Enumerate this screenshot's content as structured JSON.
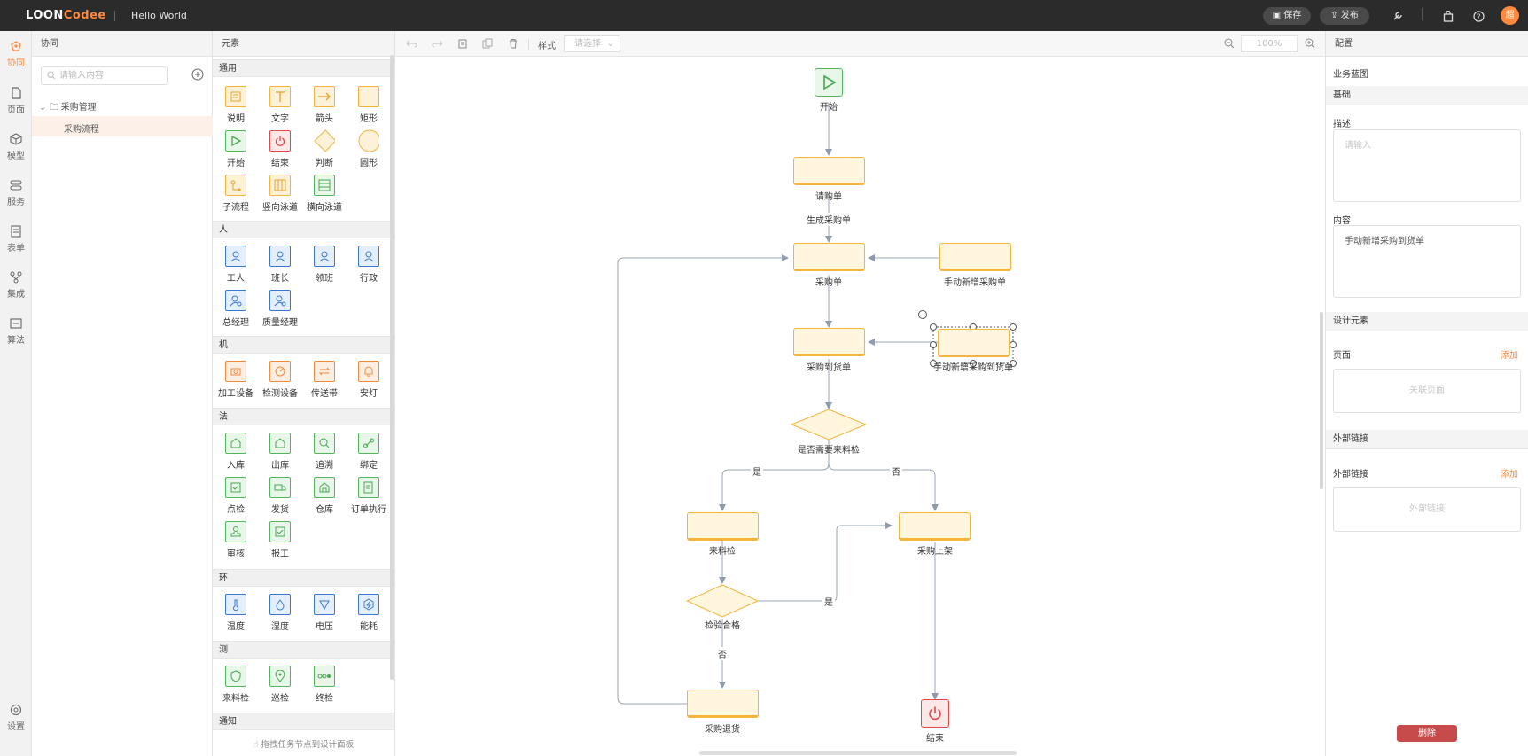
{
  "topbar": {
    "logo_prefix": "LOON",
    "logo_suffix": "Codee",
    "app_name": "Hello World",
    "save_label": "保存",
    "publish_label": "发布",
    "avatar_text": "超"
  },
  "leftnav": {
    "items": [
      {
        "label": "协同",
        "icon": "collab-icon"
      },
      {
        "label": "页面",
        "icon": "page-icon"
      },
      {
        "label": "模型",
        "icon": "model-icon"
      },
      {
        "label": "服务",
        "icon": "service-icon"
      },
      {
        "label": "表单",
        "icon": "form-icon"
      },
      {
        "label": "集成",
        "icon": "integration-icon"
      },
      {
        "label": "算法",
        "icon": "algorithm-icon"
      }
    ],
    "settings_label": "设置"
  },
  "tree": {
    "title": "协同",
    "search_placeholder": "请输入内容",
    "folder_label": "采购管理",
    "item_label": "采购流程"
  },
  "palette": {
    "title": "元素",
    "sections": [
      {
        "title": "通用",
        "items": [
          "说明",
          "文字",
          "箭头",
          "矩形",
          "开始",
          "结束",
          "判断",
          "圆形",
          "子流程",
          "竖向泳道",
          "横向泳道"
        ]
      },
      {
        "title": "人",
        "items": [
          "工人",
          "班长",
          "领班",
          "行政",
          "总经理",
          "质量经理"
        ]
      },
      {
        "title": "机",
        "items": [
          "加工设备",
          "检测设备",
          "传送带",
          "安灯"
        ]
      },
      {
        "title": "法",
        "items": [
          "入库",
          "出库",
          "追溯",
          "绑定",
          "点检",
          "发货",
          "仓库",
          "订单执行",
          "审核",
          "报工"
        ]
      },
      {
        "title": "环",
        "items": [
          "温度",
          "湿度",
          "电压",
          "能耗"
        ]
      },
      {
        "title": "测",
        "items": [
          "来料检",
          "巡检",
          "终检"
        ]
      },
      {
        "title": "通知",
        "items": []
      }
    ],
    "drag_tip": "拖拽任务节点到设计面板"
  },
  "toolbar": {
    "style_label": "样式",
    "style_placeholder": "请选择",
    "zoom": "100%"
  },
  "flow": {
    "nodes": {
      "start": "开始",
      "request": "请购单",
      "purchase_order": "采购单",
      "manual_po": "手动新增采购单",
      "arrival": "采购到货单",
      "manual_arrival": "手动新增采购到货单",
      "need_inspect": "是否需要来料检",
      "incoming_inspect": "来料检",
      "putaway": "采购上架",
      "inspect_pass": "检验合格",
      "return": "采购退货",
      "end": "结束"
    },
    "edges": {
      "generate_po": "生成采购单",
      "yes_left": "是",
      "no_right": "否",
      "yes_pass": "是",
      "no_fail": "否"
    }
  },
  "config": {
    "title": "配置",
    "blueprint_label": "业务蓝图",
    "basic_label": "基础",
    "desc_label": "描述",
    "desc_placeholder": "请输入",
    "content_label": "内容",
    "content_value": "手动新增采购到货单",
    "design_elements_label": "设计元素",
    "page_label": "页面",
    "page_add": "添加",
    "page_placeholder": "关联页面",
    "ext_header": "外部链接",
    "ext_label": "外部链接",
    "ext_add": "添加",
    "ext_placeholder": "外部链接",
    "delete_label": "删除"
  },
  "colors": {
    "accent": "#ff8a3d",
    "node_fill": "#fff6dd",
    "node_border": "#f3b53e",
    "delete": "#c84b4b"
  }
}
